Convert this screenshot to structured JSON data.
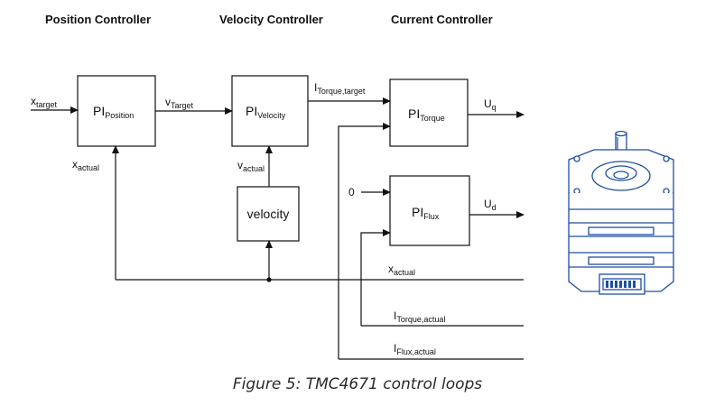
{
  "headings": {
    "position": "Position Controller",
    "velocity": "Velocity Controller",
    "current": "Current Controller"
  },
  "blocks": {
    "position": {
      "main": "PI",
      "sub": "Position"
    },
    "velocity": {
      "main": "PI",
      "sub": "Velocity"
    },
    "torque": {
      "main": "PI",
      "sub": "Torque"
    },
    "flux": {
      "main": "PI",
      "sub": "Flux"
    },
    "velocity_sensor": "velocity"
  },
  "signals": {
    "x_target": {
      "main": "x",
      "sub": "target"
    },
    "v_target": {
      "main": "v",
      "sub": "Target"
    },
    "i_torque_target": {
      "main": "I",
      "sub": "Torque,target"
    },
    "u_q": {
      "main": "U",
      "sub": "q"
    },
    "u_d": {
      "main": "U",
      "sub": "d"
    },
    "zero": "0",
    "x_actual_left": {
      "main": "x",
      "sub": "actual"
    },
    "v_actual": {
      "main": "v",
      "sub": "actual"
    },
    "x_actual_right": {
      "main": "x",
      "sub": "actual"
    },
    "i_torque_actual": {
      "main": "I",
      "sub": "Torque,actual"
    },
    "i_flux_actual": {
      "main": "I",
      "sub": "Flux,actual"
    }
  },
  "motor_icon": "stepper-motor-icon",
  "caption": "Figure 5: TMC4671 control loops"
}
